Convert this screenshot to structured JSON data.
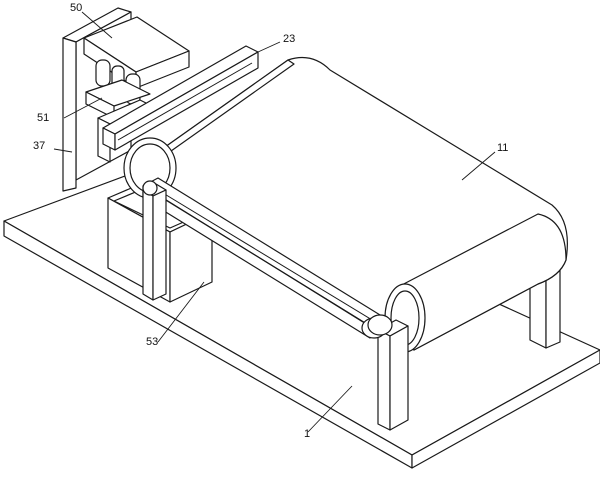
{
  "labels": {
    "l50": "50",
    "l23": "23",
    "l51": "51",
    "l37": "37",
    "l11": "11",
    "l53": "53",
    "l1": "1"
  },
  "colors": {
    "line": "#1a1a1a",
    "paper": "#ffffff"
  }
}
